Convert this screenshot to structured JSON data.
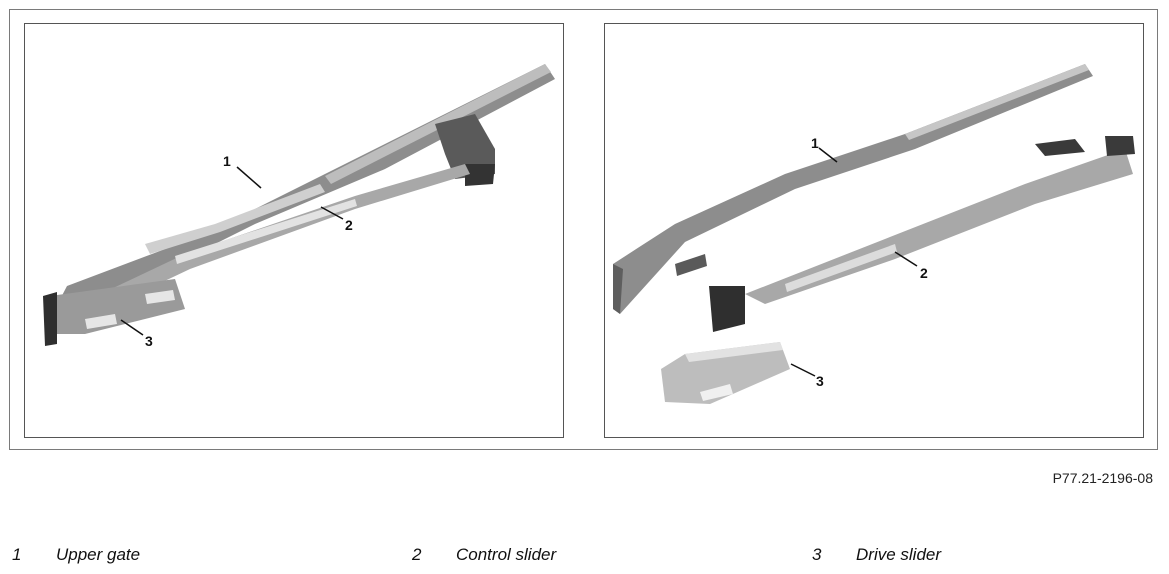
{
  "figure": {
    "code": "P77.21-2196-08",
    "left_panel": {
      "callouts": [
        "1",
        "2",
        "3"
      ]
    },
    "right_panel": {
      "callouts": [
        "1",
        "2",
        "3"
      ]
    }
  },
  "legend": [
    {
      "num": "1",
      "label": "Upper gate"
    },
    {
      "num": "2",
      "label": "Control slider"
    },
    {
      "num": "3",
      "label": "Drive slider"
    }
  ]
}
